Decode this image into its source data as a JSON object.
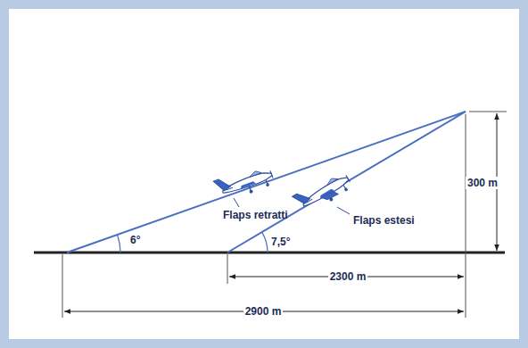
{
  "diagram": {
    "labels": [
      "Flaps retratti",
      "Flaps estesi",
      "300 m",
      "6°",
      "7,5°",
      "2300 m",
      "2900 m"
    ]
  }
}
